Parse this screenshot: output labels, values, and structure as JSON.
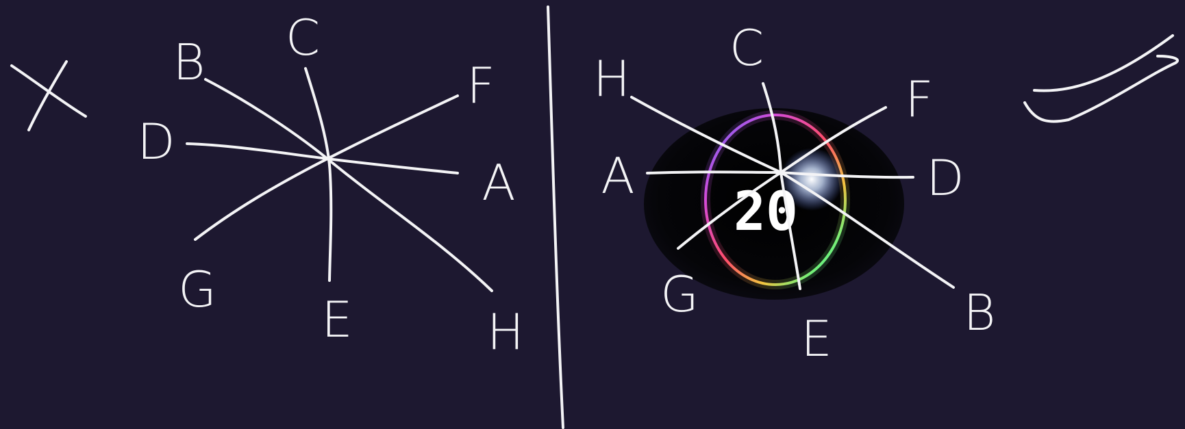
{
  "left_diagram": {
    "labels": {
      "a": "A",
      "b": "B",
      "c": "C",
      "d": "D",
      "e": "E",
      "f": "F",
      "g": "G",
      "h": "H"
    }
  },
  "right_diagram": {
    "labels": {
      "a": "A",
      "b": "B",
      "c": "C",
      "d": "D",
      "e": "E",
      "f": "F",
      "g": "G",
      "h": "H"
    },
    "timer_value": "20"
  },
  "colors": {
    "background": "#1d1830",
    "ink": "#f4f4f6",
    "timer_glow": "#b8d0ff"
  },
  "marks": {
    "cross": "x-mark-icon",
    "check": "check-mark-icon"
  }
}
